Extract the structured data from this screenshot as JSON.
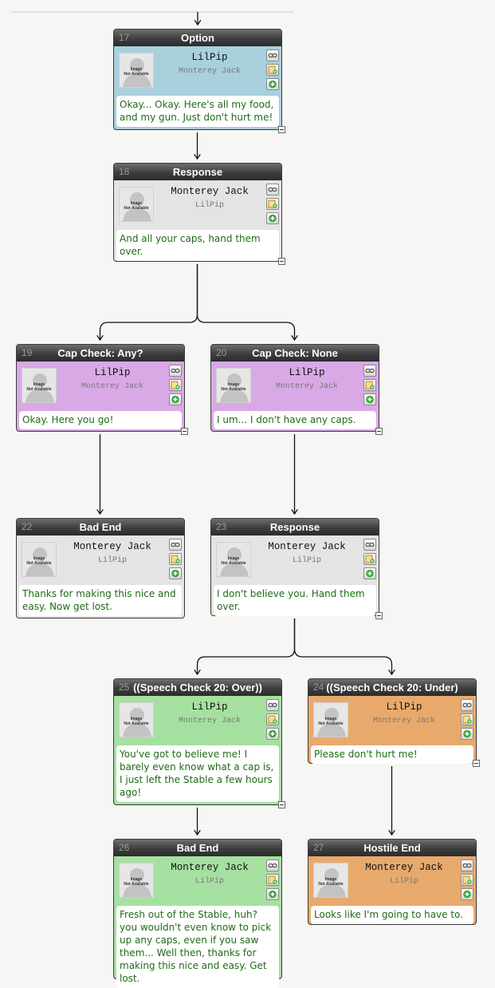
{
  "icons": {
    "avatar": "image-not-available-icon",
    "link": "link-icon",
    "note": "note-icon",
    "add": "add-icon",
    "collapse": "collapse-icon"
  },
  "avatar_text": [
    "Image",
    "Not Available"
  ],
  "colors": {
    "option": "#a9d0dd",
    "response": "#e4e4e4",
    "check": "#d9a9e6",
    "speech_pass": "#a6e0a0",
    "speech_fail": "#e8aa6c",
    "text": "#1e6b16"
  },
  "nodes": [
    {
      "id": "17",
      "title": "Option",
      "speaker": "LilPip",
      "listener": "Monterey Jack",
      "text": "Okay... Okay. Here's all my food, and my gun. Just don't hurt me!"
    },
    {
      "id": "18",
      "title": "Response",
      "speaker": "Monterey Jack",
      "listener": "LilPip",
      "text": "And all your caps, hand them over."
    },
    {
      "id": "19",
      "title": "Cap Check: Any?",
      "speaker": "LilPip",
      "listener": "Monterey Jack",
      "text": "Okay. Here you go!"
    },
    {
      "id": "20",
      "title": "Cap Check: None",
      "speaker": "LilPip",
      "listener": "Monterey Jack",
      "text": "I um... I don't have any caps."
    },
    {
      "id": "22",
      "title": "Bad End",
      "speaker": "Monterey Jack",
      "listener": "LilPip",
      "text": "Thanks for making this nice and easy. Now get lost."
    },
    {
      "id": "23",
      "title": "Response",
      "speaker": "Monterey Jack",
      "listener": "LilPip",
      "text": "I don't believe you. Hand them over."
    },
    {
      "id": "25",
      "title": "((Speech Check 20: Over))",
      "speaker": "LilPip",
      "listener": "Monterey Jack",
      "text": "You've got to believe me! I barely even know what a cap is, I just left the Stable a few hours ago!"
    },
    {
      "id": "24",
      "title": "((Speech Check 20: Under)",
      "speaker": "LilPip",
      "listener": "Monterey Jack",
      "text": "Please don't hurt me!"
    },
    {
      "id": "26",
      "title": "Bad End",
      "speaker": "Monterey Jack",
      "listener": "LilPip",
      "text": "Fresh out of the Stable, huh? you wouldn't even know to pick up any caps, even if you saw them... Well then, thanks for making this nice and easy. Get lost."
    },
    {
      "id": "27",
      "title": "Hostile End",
      "speaker": "Monterey Jack",
      "listener": "LilPip",
      "text": "Looks like I'm going to have to."
    }
  ],
  "edges": [
    [
      "17",
      "18"
    ],
    [
      "18",
      "19"
    ],
    [
      "18",
      "20"
    ],
    [
      "19",
      "22"
    ],
    [
      "20",
      "23"
    ],
    [
      "23",
      "25"
    ],
    [
      "23",
      "24"
    ],
    [
      "25",
      "26"
    ],
    [
      "24",
      "27"
    ]
  ]
}
